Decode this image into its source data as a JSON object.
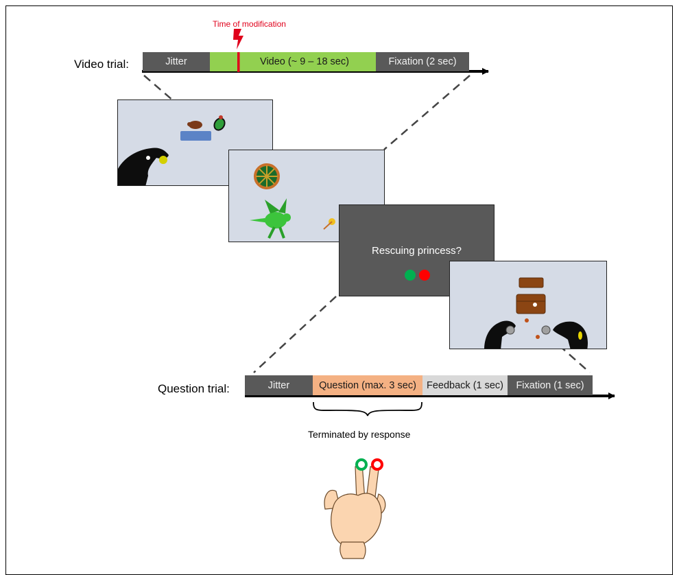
{
  "video_trial": {
    "label": "Video trial:",
    "modification_label": "Time of modification",
    "segments": [
      {
        "label": "Jitter",
        "color": "#595959",
        "text_color": "#f2f2f2"
      },
      {
        "label": "Video (~ 9 – 18 sec)",
        "color": "#92d050",
        "text_color": "#1a1a1a"
      },
      {
        "label": "Fixation (2 sec)",
        "color": "#595959",
        "text_color": "#f2f2f2"
      }
    ]
  },
  "question_panel": {
    "prompt": "Rescuing princess?",
    "response_colors": [
      "#00b050",
      "#ff0000"
    ]
  },
  "question_trial": {
    "label": "Question trial:",
    "segments": [
      {
        "label": "Jitter",
        "color": "#595959",
        "text_color": "#f2f2f2"
      },
      {
        "label": "Question (max. 3 sec)",
        "color": "#f4b183",
        "text_color": "#1a1a1a"
      },
      {
        "label": "Feedback (1 sec)",
        "color": "#d9d9d9",
        "text_color": "#1a1a1a"
      },
      {
        "label": "Fixation (1 sec)",
        "color": "#595959",
        "text_color": "#f2f2f2"
      }
    ],
    "brace_label": "Terminated by response"
  },
  "colors": {
    "accent_red": "#e0001b",
    "panel_bg": "#d5dbe6",
    "panel_dark": "#595959",
    "hand_black": "#0d0d0d",
    "skin": "#fbd5b0"
  }
}
